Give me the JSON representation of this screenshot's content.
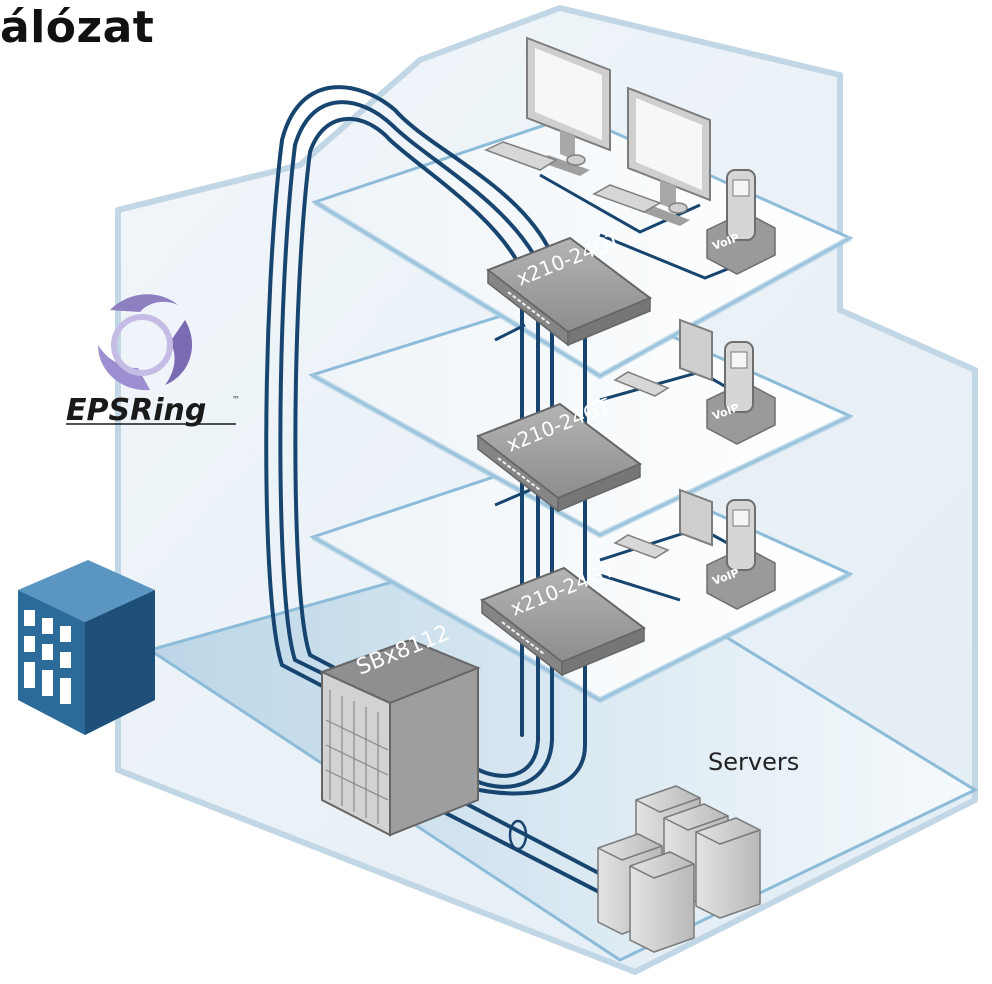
{
  "title": "álózat",
  "logo": {
    "text": "EPSRing",
    "trademark": "™",
    "icon": "epsring-swirl-icon"
  },
  "switches": [
    {
      "label": "x210-24GT"
    },
    {
      "label": "x210-24GT"
    },
    {
      "label": "x210-24GT"
    }
  ],
  "core_switch": {
    "label": "SBx8112"
  },
  "phones": [
    {
      "label": "VoIP"
    },
    {
      "label": "VoIP"
    },
    {
      "label": "VoIP"
    }
  ],
  "servers": {
    "label": "Servers"
  },
  "icons": [
    "building-icon",
    "desktop-computer-icon",
    "keyboard-icon",
    "mouse-icon",
    "voip-phone-icon",
    "server-tower-icon",
    "network-switch-icon",
    "chassis-switch-icon"
  ],
  "colors": {
    "cable": "#17456f",
    "floor_edge": "#8cbcd9",
    "building_blue": "#2c6a99",
    "device_gray": "#9b9b9b"
  }
}
